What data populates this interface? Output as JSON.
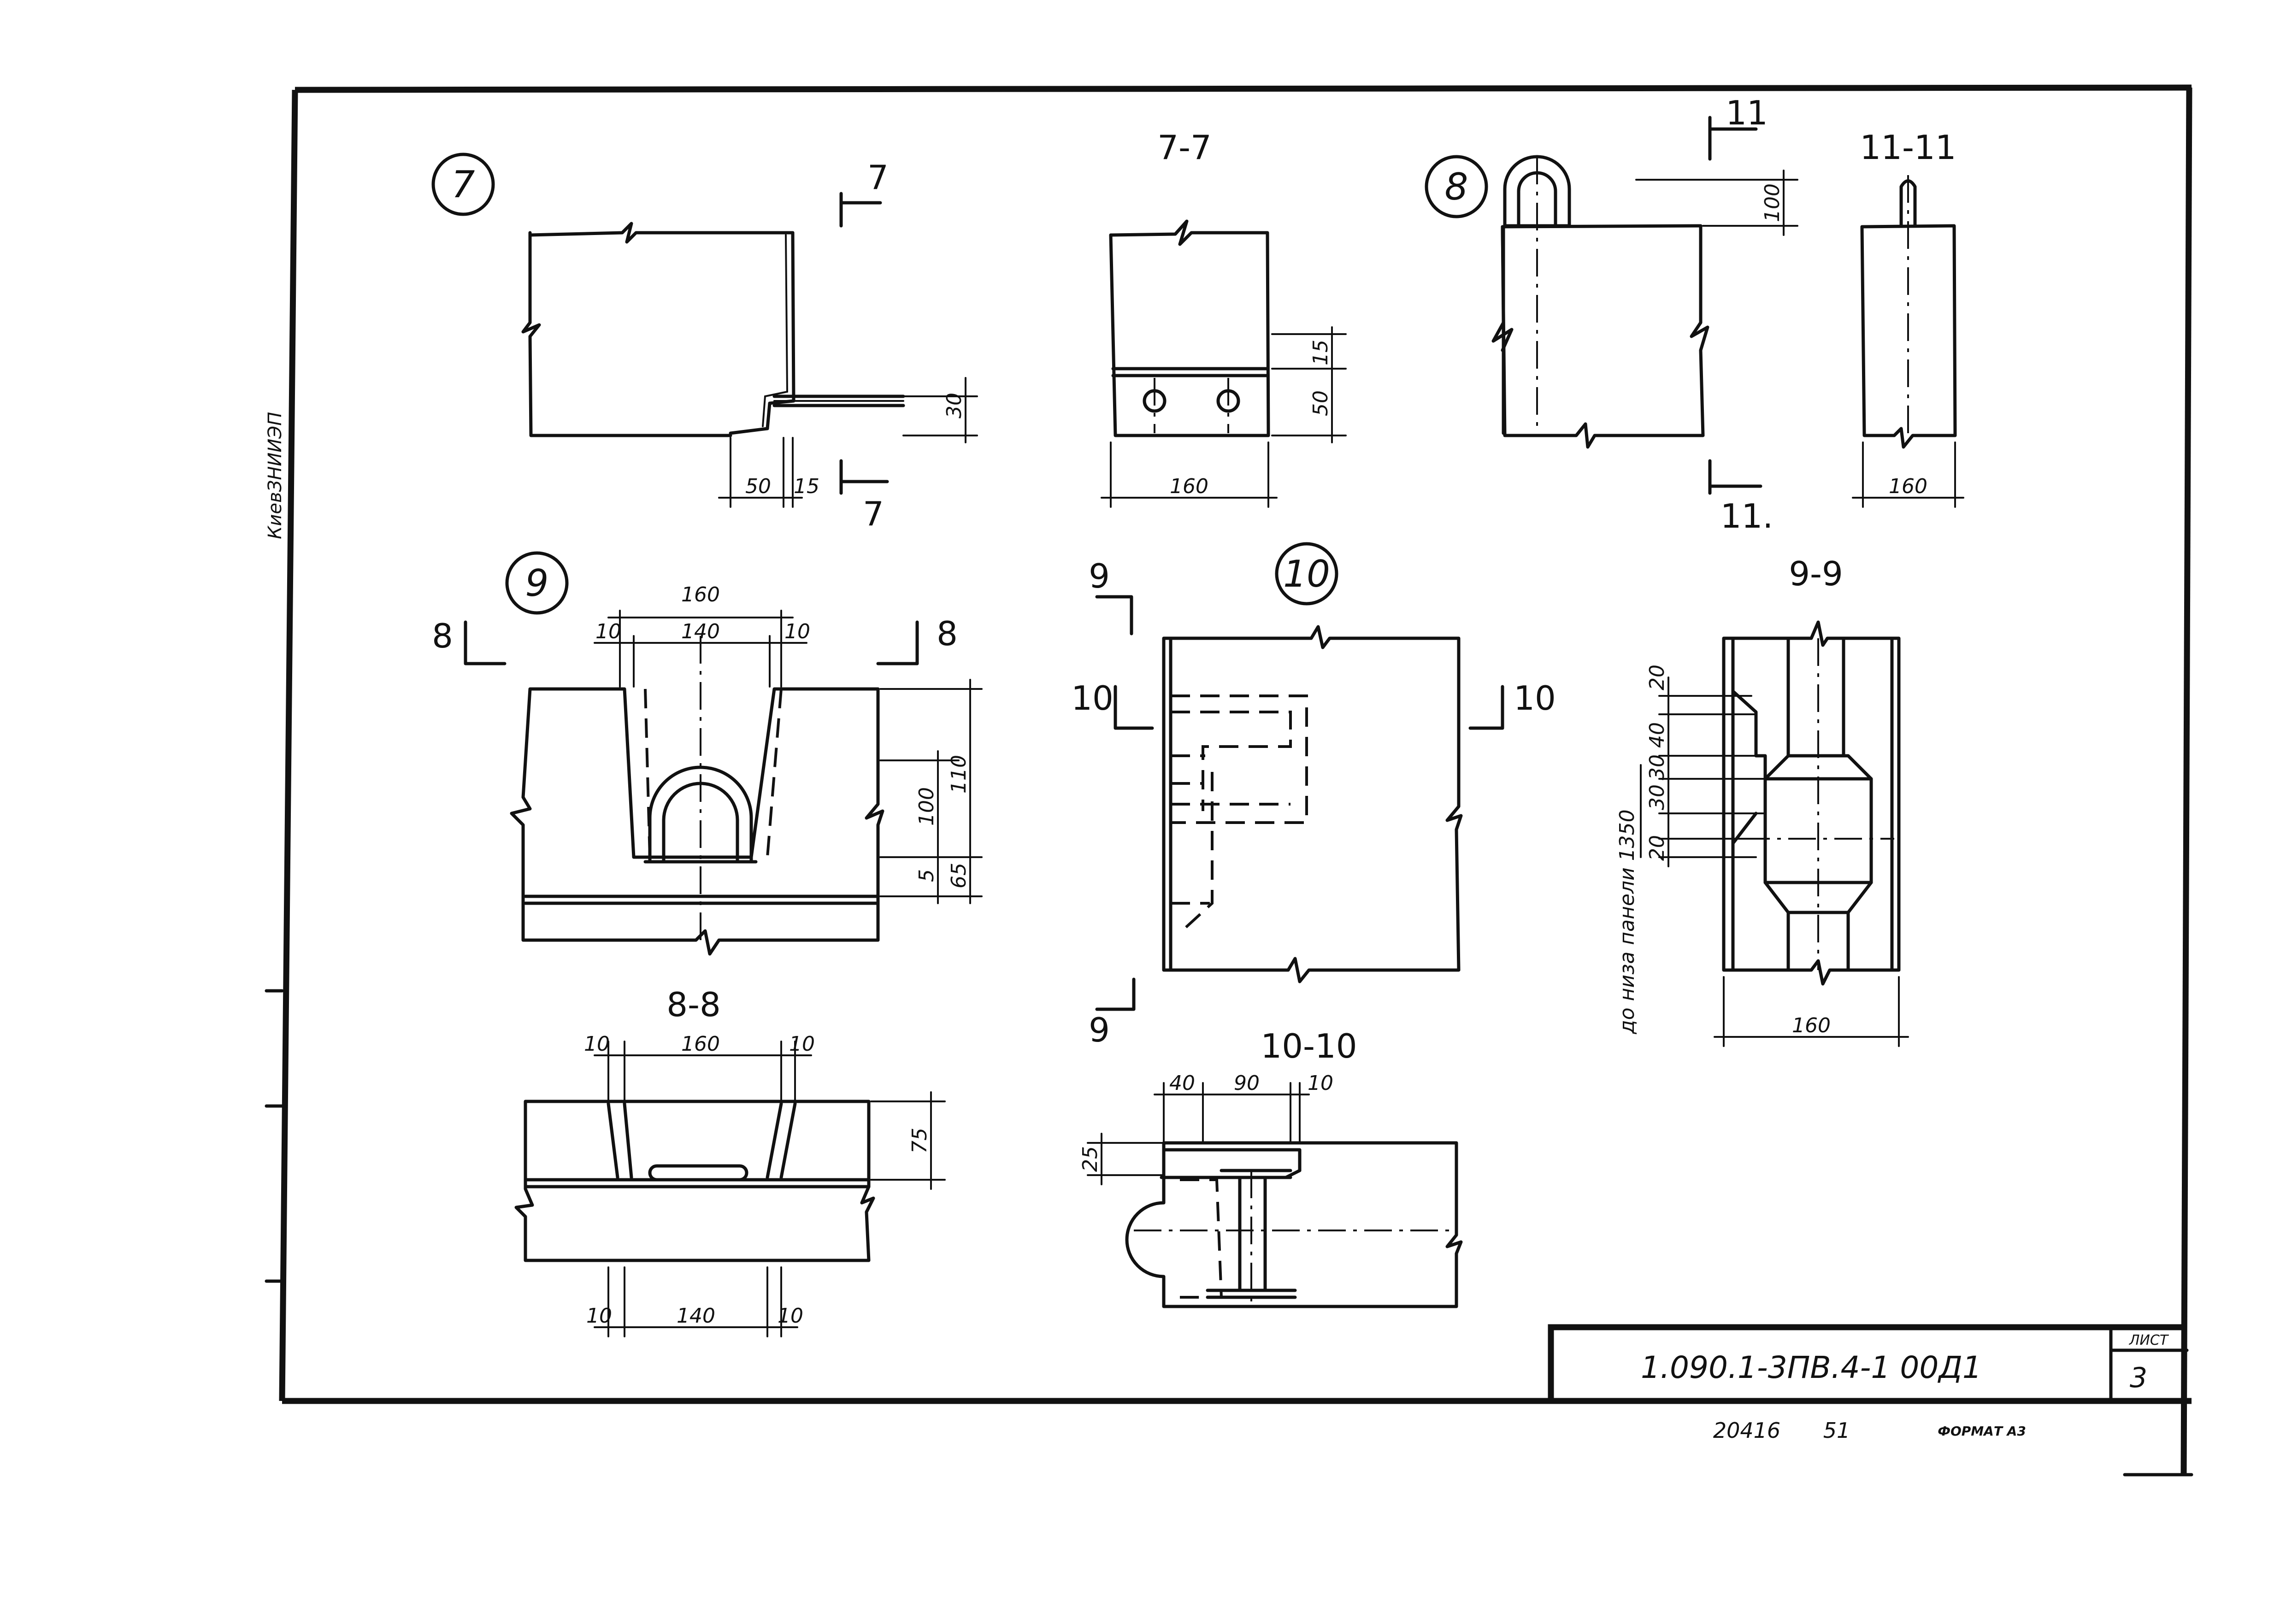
{
  "callouts": {
    "c7": "7",
    "c8": "8",
    "c9": "9",
    "c10": "10"
  },
  "sections": {
    "s77": "7-7",
    "s1111": "11-11",
    "s99": "9-9",
    "s88": "8-8",
    "s1010": "10-10",
    "m7": "7",
    "m8": "8",
    "m9": "9",
    "m10": "10",
    "m11": "11",
    "m11b": "11."
  },
  "dims": {
    "d7_50": "50",
    "d7_15": "15",
    "d7_30": "30",
    "d77_160": "160",
    "d77_15": "15",
    "d77_50": "50",
    "d8_100": "100",
    "d1111_160": "160",
    "d9_160": "160",
    "d9_140": "140",
    "d9_10a": "10",
    "d9_10b": "10",
    "d9_100": "100",
    "d9_110": "110",
    "d9_5": "5",
    "d9_65": "65",
    "d88_10a": "10",
    "d88_160": "160",
    "d88_10b": "10",
    "d88_75": "75",
    "d88_10c": "10",
    "d88_140": "140",
    "d88_10d": "10",
    "d1010_40": "40",
    "d1010_90": "90",
    "d1010_10": "10",
    "d1010_25": "25",
    "d99_20a": "20",
    "d99_40": "40",
    "d99_30a": "30",
    "d99_30b": "30",
    "d99_20b": "20",
    "d99_160": "160",
    "d99_note": "до низа панели 1350"
  },
  "margin_note": "КиевЗНИИЭП",
  "title_block": {
    "code": "1.090.1-3ПВ.4-1   00Д1",
    "sheet_label": "ЛИСТ",
    "sheet_no": "3"
  },
  "footer": {
    "inv": "20416",
    "num": "51",
    "format": "ФОРМАТ А3"
  }
}
